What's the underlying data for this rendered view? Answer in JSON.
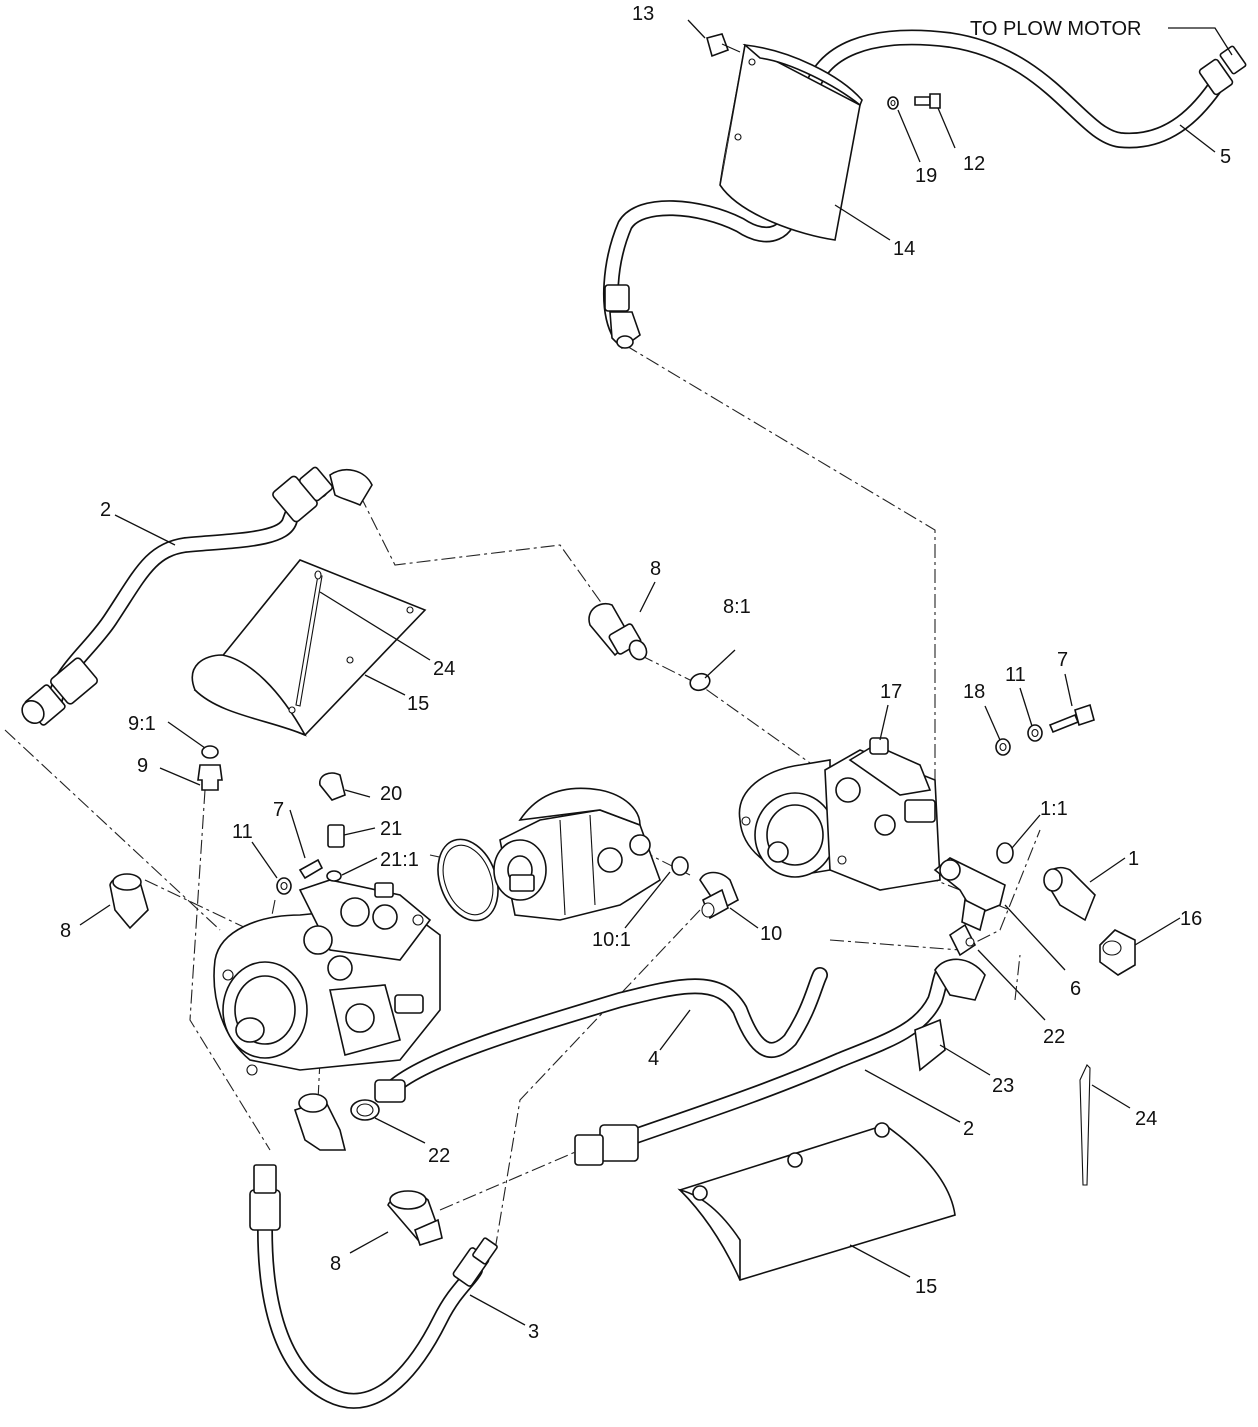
{
  "diagram": {
    "note": "TO PLOW MOTOR",
    "callouts": {
      "c13": "13",
      "c12": "12",
      "c19": "19",
      "c5": "5",
      "c14": "14",
      "c2a": "2",
      "c24a": "24",
      "c15a": "15",
      "c8a": "8",
      "c8_1": "8:1",
      "c17": "17",
      "c18": "18",
      "c11a": "11",
      "c7a": "7",
      "c9_1": "9:1",
      "c9": "9",
      "c20": "20",
      "c7b": "7",
      "c11b": "11",
      "c21": "21",
      "c21_1": "21:1",
      "c1_1": "1:1",
      "c1": "1",
      "c16": "16",
      "c8b": "8",
      "c10_1": "10:1",
      "c10": "10",
      "c6": "6",
      "c22a": "22",
      "c4": "4",
      "c23": "23",
      "c24b": "24",
      "c2b": "2",
      "c22b": "22",
      "c8c": "8",
      "c15b": "15",
      "c3": "3"
    }
  }
}
